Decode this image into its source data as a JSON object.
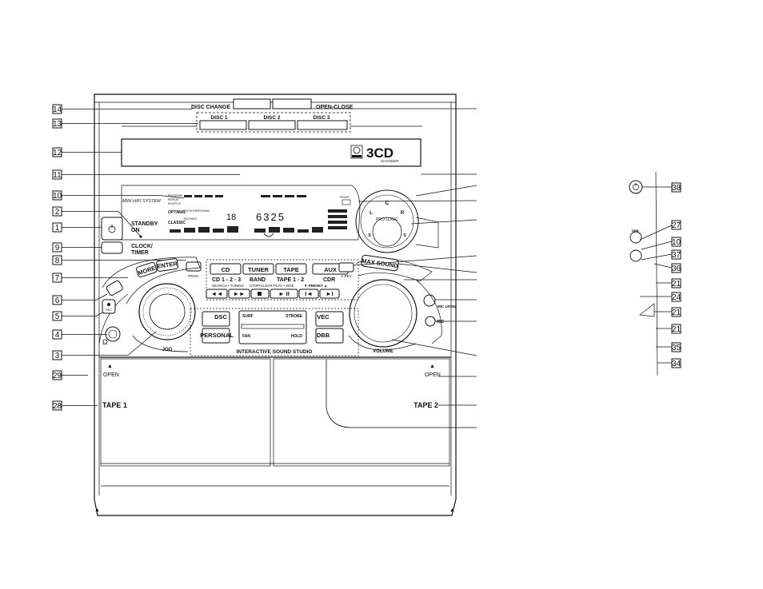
{
  "labels": {
    "disc_change": "DISC CHANGE",
    "open_close": "OPEN-CLOSE",
    "disc1": "DISC 1",
    "disc2": "DISC 2",
    "disc3": "DISC 3",
    "changer_logo": "3CD",
    "changer_sub": "CHANGER",
    "mini_hifi": "MINI HIFI SYSTEM",
    "standby": "STANDBY",
    "on": "ON",
    "clock": "CLOCK/",
    "timer": "TIMER",
    "prog": "PROG",
    "more": "MORE",
    "enter": "ENTER",
    "jog": "JOG",
    "cd": "CD",
    "tuner": "TUNER",
    "tape": "TAPE",
    "aux": "AUX",
    "cd123": "CD 1 - 2 - 3",
    "band": "BAND",
    "tape12": "TAPE 1 - 2",
    "cdr": "CDR",
    "search_tuning": "SEARCH • TUNING",
    "stop_clear": "STOP•CLEAR",
    "play_side": "PLAY • SIDE",
    "preset": "▼ PRESET ▲",
    "a_rev": "A.REV",
    "max_sound": "MAX SOUND",
    "pro_logic": "PRO LOGIC",
    "rec": "REC",
    "mic_level": "MIC LEVEL",
    "mic": "MIC",
    "volume": "VOLUME",
    "dsc": "DSC",
    "personal": "PERSONAL",
    "surf": "SURF",
    "strobe": "STROBE",
    "fan": "FAN",
    "hold": "HOLD",
    "vec": "VEC",
    "dbb": "DBB",
    "interactive": "INTERACTIVE SOUND STUDIO",
    "open_left": "OPEN",
    "open_right": "OPEN",
    "tape1": "TAPE 1",
    "tape2": "TAPE 2",
    "display_digits": "6325",
    "display_small": "18",
    "front": "FRONT",
    "dbb_side": "DBB"
  },
  "callouts_left": [
    "14",
    "13",
    "12",
    "11",
    "10",
    "2",
    "1",
    "9",
    "8",
    "7",
    "6",
    "5",
    "4",
    "3",
    "29",
    "28"
  ],
  "callouts_right": [
    "38",
    "27",
    "10",
    "37",
    "36",
    "21",
    "24",
    "21",
    "21",
    "35",
    "34"
  ]
}
